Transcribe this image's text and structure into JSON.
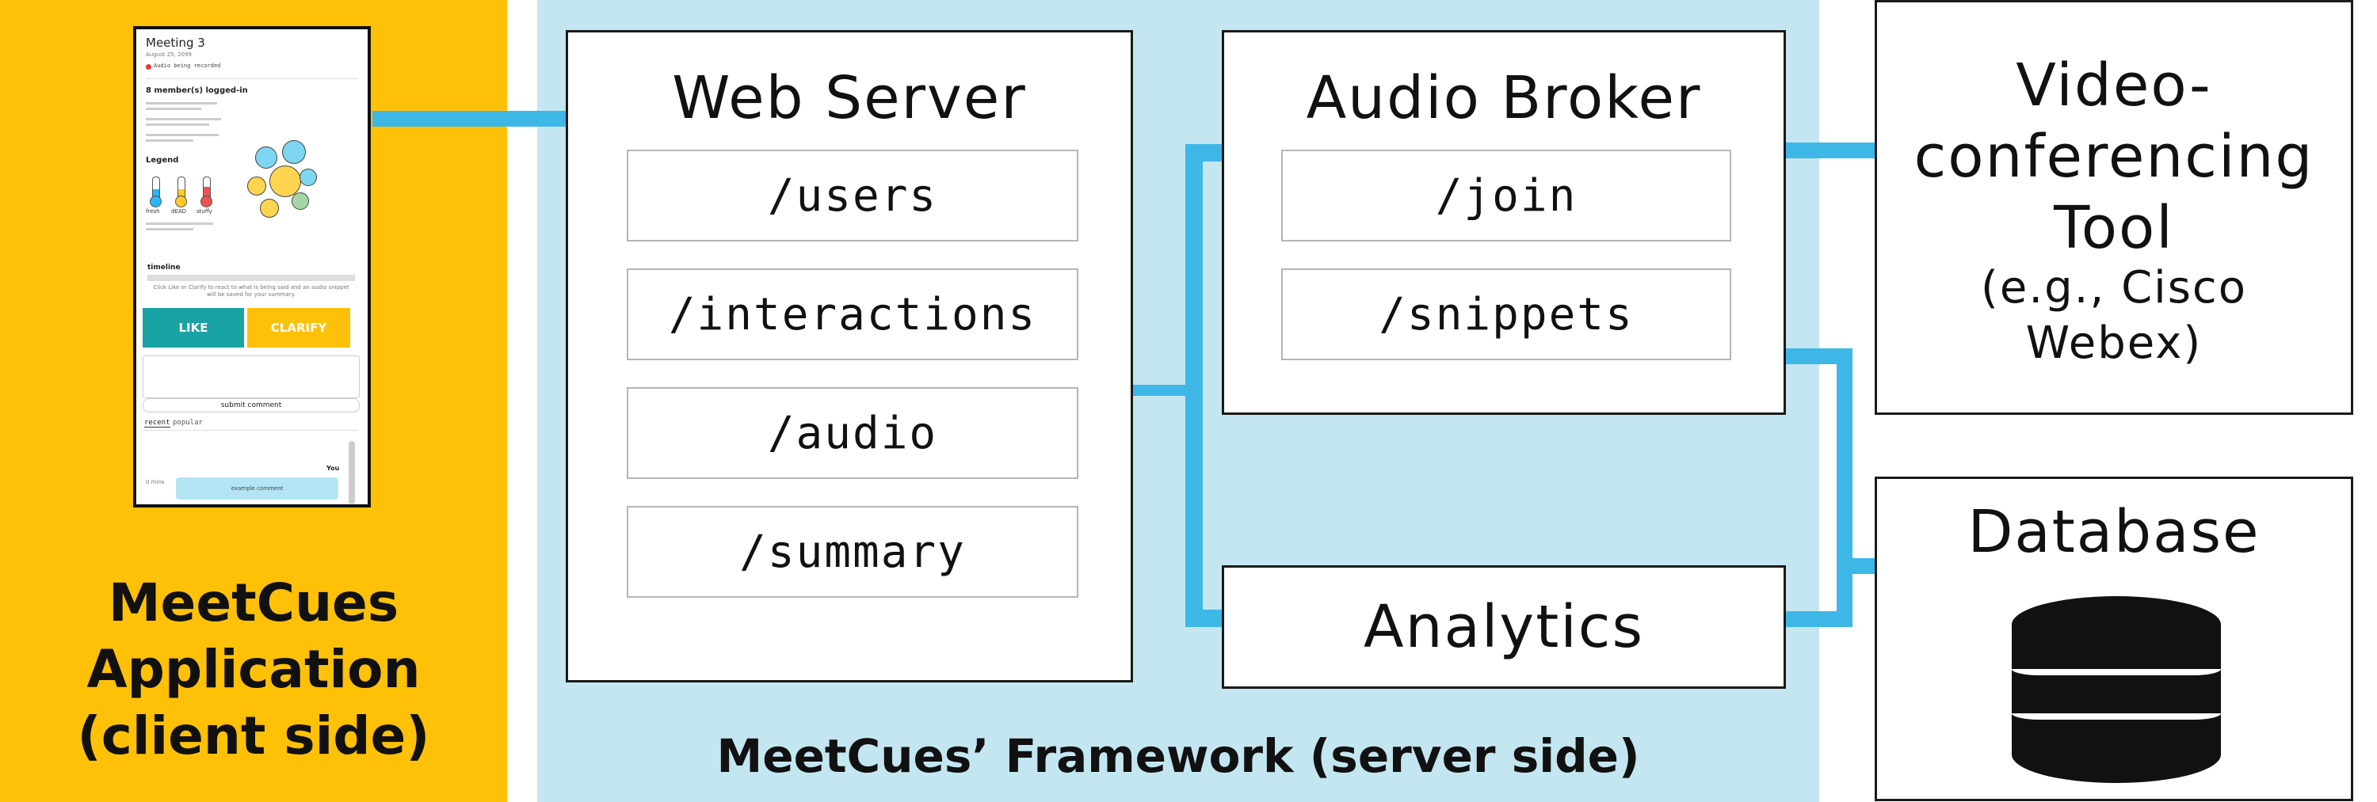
{
  "client": {
    "label": "MeetCues\nApplication\n(client side)",
    "phone": {
      "title": "Meeting 3",
      "date": "August 25, 2099",
      "status": "Audio being recorded",
      "members": "8 member(s) logged-in",
      "legend_title": "Legend",
      "legend_items": [
        "fresh",
        "dEAD",
        "stuffy"
      ],
      "timeline_label": "timeline",
      "instructions": "Click Like or Clarify to react to what is being said and an audio snippet will be saved for your summary.",
      "like_label": "LIKE",
      "clarify_label": "CLARIFY",
      "submit_label": "submit comment",
      "tabs": [
        "recent",
        "popular"
      ],
      "comment_author": "You",
      "comment_time": "0 mins",
      "comment_text": "example comment"
    }
  },
  "server": {
    "label": "MeetCues’ Framework (server side)",
    "web_server": {
      "title": "Web Server",
      "endpoints": [
        "/users",
        "/interactions",
        "/audio",
        "/summary"
      ]
    },
    "audio_broker": {
      "title": "Audio Broker",
      "endpoints": [
        "/join",
        "/snippets"
      ]
    },
    "analytics": {
      "title": "Analytics"
    }
  },
  "external": {
    "video_tool": {
      "title_lines": [
        "Video-",
        "conferencing",
        "Tool"
      ],
      "subtitle_lines": [
        "(e.g., Cisco",
        "Webex)"
      ]
    },
    "database": {
      "title": "Database",
      "icon": "database-icon"
    }
  },
  "colors": {
    "client_bg": "#FFC107",
    "server_bg": "#C4E6F1",
    "connector": "#3DB8E6",
    "like_button": "#1AA3A3",
    "clarify_button": "#FFC107"
  }
}
